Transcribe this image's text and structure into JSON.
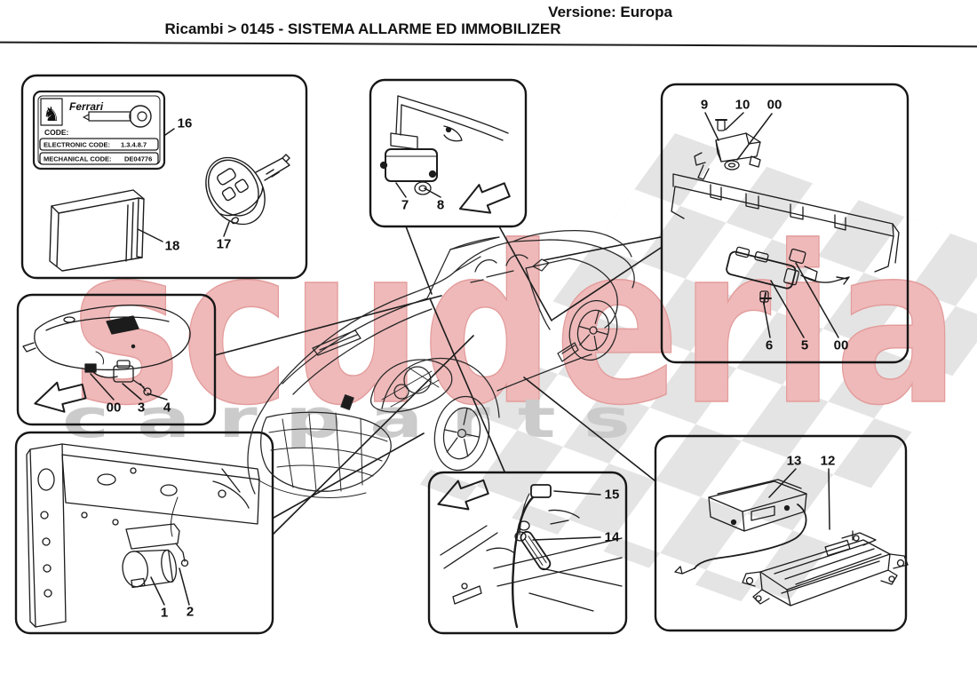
{
  "header": {
    "version": "Versione: Europa",
    "breadcrumb": "Ricambi > 0145 - SISTEMA ALLARME ED IMMOBILIZER"
  },
  "watermark": {
    "brand": "scuderia",
    "tagline": "c a r   p a r t s",
    "brand_color": "#efb9b9",
    "brand_edge_color": "#e39c9c",
    "tagline_color": "#cbcbcb",
    "checker_color": "#e4e4e4"
  },
  "icons": {
    "prancing_horse": "♞"
  },
  "key_card": {
    "brand": "Ferrari",
    "code_label": "CODE:",
    "electronic_label": "ELECTRONIC CODE:",
    "electronic_value": "1.3.4.8.7",
    "mechanical_label": "MECHANICAL CODE:",
    "mechanical_value": "DE04776"
  },
  "panels": {
    "key_kit": {
      "callouts": [
        "16",
        "18",
        "17"
      ]
    },
    "engine_cover": {
      "callouts": [
        "00",
        "3",
        "4"
      ]
    },
    "siren": {
      "callouts": [
        "1",
        "2"
      ]
    },
    "control_unit": {
      "callouts": [
        "7",
        "8"
      ]
    },
    "brackets": {
      "callouts_top": [
        "9",
        "10",
        "00"
      ],
      "callouts_bottom": [
        "6",
        "5",
        "00"
      ]
    },
    "antenna": {
      "callouts": [
        "15",
        "14"
      ]
    },
    "ecu": {
      "callouts": [
        "13",
        "12"
      ]
    }
  }
}
